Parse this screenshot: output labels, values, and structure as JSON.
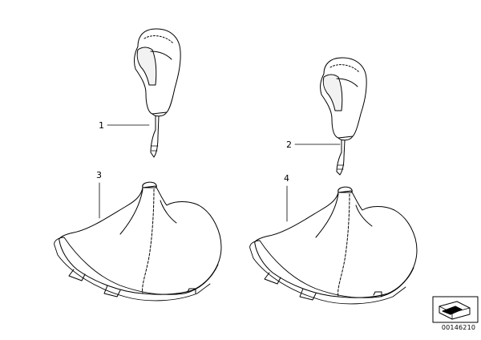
{
  "diagram": {
    "parts": [
      {
        "callout": "1",
        "name": "gear-knob-left"
      },
      {
        "callout": "2",
        "name": "gear-knob-right"
      },
      {
        "callout": "3",
        "name": "shift-boot-left"
      },
      {
        "callout": "4",
        "name": "shift-boot-right"
      }
    ],
    "diagram_id": "00146210"
  },
  "colors": {
    "stroke": "#000000",
    "background": "#ffffff"
  }
}
